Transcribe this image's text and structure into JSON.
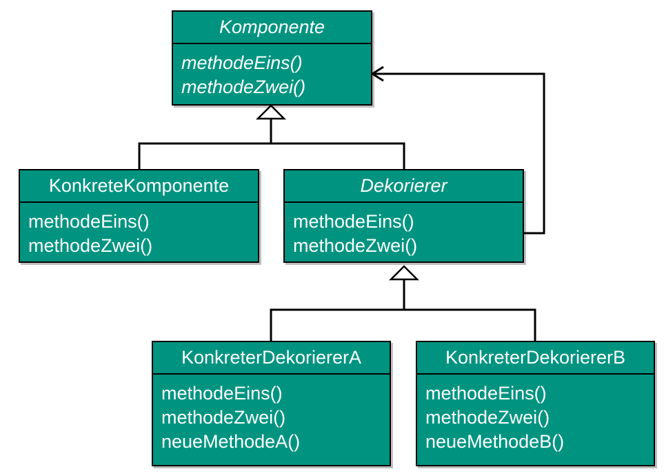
{
  "diagram": {
    "classes": {
      "komponente": {
        "name": "Komponente",
        "abstract": true,
        "methods": [
          "methodeEins()",
          "methodeZwei()"
        ]
      },
      "konkrete_komponente": {
        "name": "KonkreteKomponente",
        "abstract": false,
        "methods": [
          "methodeEins()",
          "methodeZwei()"
        ]
      },
      "dekorierer": {
        "name": "Dekorierer",
        "abstract": true,
        "methods": [
          "methodeEins()",
          "methodeZwei()"
        ]
      },
      "konkreter_dekorierer_a": {
        "name": "KonkreterDekoriererA",
        "abstract": false,
        "methods": [
          "methodeEins()",
          "methodeZwei()",
          "neueMethodeA()"
        ]
      },
      "konkreter_dekorierer_b": {
        "name": "KonkreterDekoriererB",
        "abstract": false,
        "methods": [
          "methodeEins()",
          "methodeZwei()",
          "neueMethodeB()"
        ]
      }
    },
    "relations": [
      {
        "type": "generalization",
        "from": "konkrete_komponente",
        "to": "komponente"
      },
      {
        "type": "generalization",
        "from": "dekorierer",
        "to": "komponente"
      },
      {
        "type": "generalization",
        "from": "konkreter_dekorierer_a",
        "to": "dekorierer"
      },
      {
        "type": "generalization",
        "from": "konkreter_dekorierer_b",
        "to": "dekorierer"
      },
      {
        "type": "association",
        "from": "dekorierer",
        "to": "komponente"
      }
    ],
    "colors": {
      "box_fill": "#009480",
      "text": "#ffffff",
      "lines": "#000000"
    }
  }
}
